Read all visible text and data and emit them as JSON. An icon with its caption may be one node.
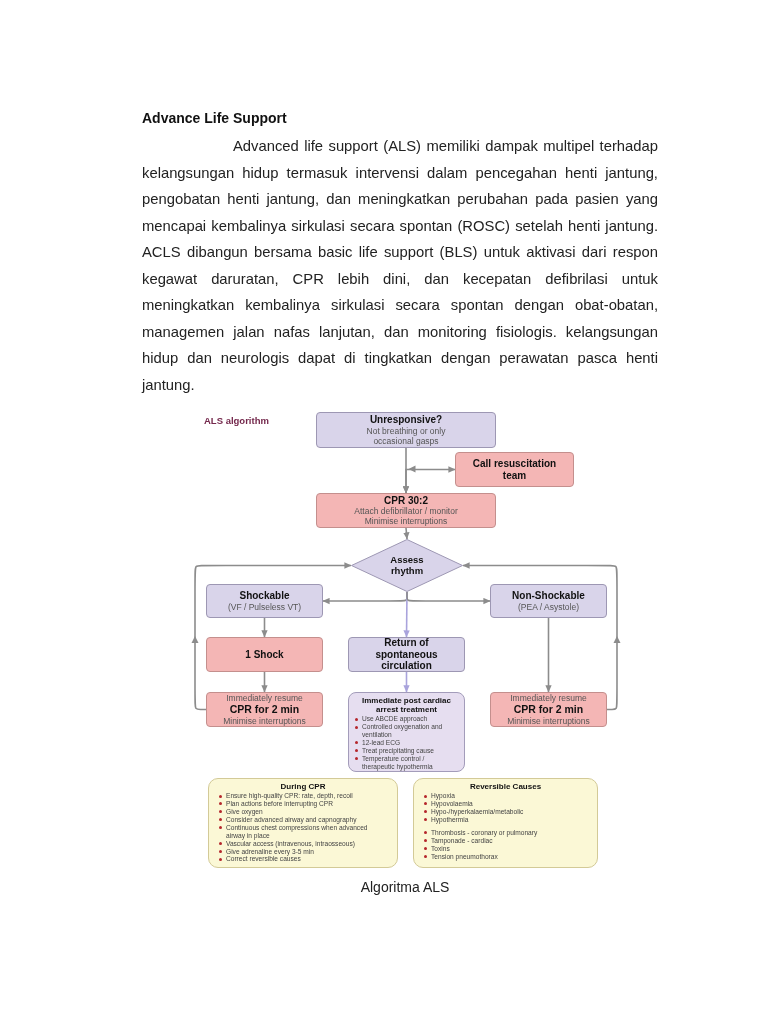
{
  "diagram": {
    "title": "Advance Life Support",
    "caption": "Algoritma ALS",
    "nodes": [
      {
        "text": [
          "Unresponsive?",
          "Not breathing or only occasional gasps"
        ]
      },
      {
        "text": [
          "Call resuscitation team"
        ]
      },
      {
        "text": [
          "CPR 30:2",
          "Attach defibrillator / monitor",
          "Minimise interruptions"
        ]
      },
      {
        "text": [
          "Assess rhythm"
        ]
      },
      {
        "text": [
          "Shockable",
          "(VF / Pulseless VT)"
        ]
      },
      {
        "text": [
          "Non-Shockable",
          "(PEA / Asystole)"
        ]
      },
      {
        "text": [
          "1 Shock"
        ]
      },
      {
        "text": [
          "Return of spontaneous circulation"
        ]
      },
      {
        "text": [
          "Immediately resume",
          "CPR for 2 min",
          "Minimise interruptions"
        ]
      },
      {
        "text": [
          "Immediate post cardiac arrest treatment",
          "Use ABCDE approach",
          "Controlled oxygenation and ventilation",
          "12-lead ECG",
          "Treat precipitating cause",
          "Temperature control / therapeutic hypothermia"
        ]
      },
      {
        "text": [
          "Immediately resume",
          "CPR for 2 min",
          "Minimise interruptions"
        ]
      },
      {
        "text": [
          "During CPR",
          "Ensure high-quality CPR: rate, depth, recoil",
          "Plan actions before interrupting CPR",
          "Give oxygen",
          "Consider advanced airway and capnography",
          "Continuous chest compressions when advanced airway in place",
          "Vascular access (intravenous, intraosseous)",
          "Give adrenaline every 3-5 min",
          "Correct reversible causes"
        ]
      },
      {
        "text": [
          "Reversible Causes",
          "Hypoxia",
          "Hypovolaemia",
          "Hypo-/hyperkalaemia/metabolic",
          "Hypothermia",
          "Thrombosis - coronary or pulmonary",
          "Tamponade - cardiac",
          "Toxins",
          "Tension pneumothorax"
        ]
      }
    ],
    "edges": [
      {
        "from": 0,
        "to": 2,
        "arrow": "to"
      },
      {
        "from": 2,
        "to": 1,
        "arrow": "both"
      },
      {
        "from": 2,
        "to": 3,
        "arrow": "to"
      },
      {
        "from": 3,
        "to": 4,
        "arrow": "to"
      },
      {
        "from": 3,
        "to": 7,
        "arrow": "to",
        "color": "#a9a3dc"
      },
      {
        "from": 3,
        "to": 5,
        "arrow": "to"
      },
      {
        "from": 4,
        "to": 6,
        "arrow": "to"
      },
      {
        "from": 6,
        "to": 8,
        "arrow": "to"
      },
      {
        "from": 5,
        "to": 10,
        "arrow": "to"
      },
      {
        "from": 7,
        "to": 9,
        "arrow": "to",
        "color": "#a9a3dc"
      },
      {
        "from": 8,
        "to": 3,
        "arrow": "to"
      },
      {
        "from": 10,
        "to": 3,
        "arrow": "to"
      }
    ],
    "labels": [
      "Advanced life support (ALS) memiliki dampak multipel terhadap kelangsungan hidup termasuk intervensi dalam pencegahan henti jantung, pengobatan henti jantung, dan meningkatkan perubahan pada pasien yang mencapai kembalinya sirkulasi secara spontan (ROSC) setelah henti jantung. ACLS dibangun bersama basic life support (BLS) untuk aktivasi dari respon kegawat daruratan, CPR lebih dini, dan kecepatan defibrilasi untuk meningkatkan kembalinya sirkulasi secara spontan dengan obat-obatan, managemen jalan nafas lanjutan, dan monitoring fisiologis. kelangsungan hidup dan neurologis dapat di tingkatkan dengan perawatan pasca henti jantung.",
      "ALS algorithm"
    ]
  }
}
